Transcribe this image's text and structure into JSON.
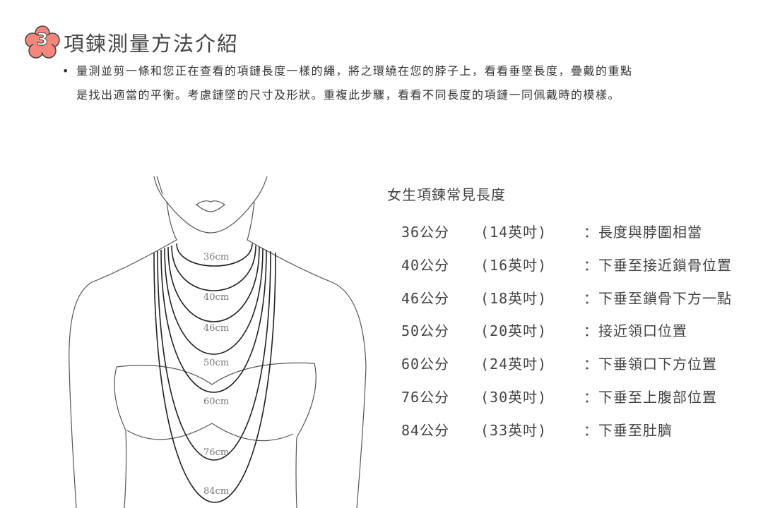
{
  "header": {
    "step_number": "3",
    "title": "項鍊測量方法介紹",
    "badge_color": "#f4877b"
  },
  "description": {
    "bullet": "•",
    "lines": [
      "量測並剪一條和您正在查看的項鏈長度一樣的繩，將之環繞在您的脖子上，看看垂墜長度，疊戴的重點",
      "是找出適當的平衡。考慮鏈墜的尺寸及形狀。重複此步驟，看看不同長度的項鏈一同佩戴時的模樣。"
    ]
  },
  "diagram": {
    "necklace_labels": [
      "36cm",
      "40cm",
      "46cm",
      "50cm",
      "60cm",
      "76cm",
      "84cm"
    ]
  },
  "table": {
    "title": "女生項鍊常見長度",
    "rows": [
      {
        "cm": "36公分",
        "inch": "(14英吋)",
        "desc": "：長度與脖圍相當"
      },
      {
        "cm": "40公分",
        "inch": "(16英吋)",
        "desc": "：下垂至接近鎖骨位置"
      },
      {
        "cm": "46公分",
        "inch": "(18英吋)",
        "desc": "：下垂至鎖骨下方一點"
      },
      {
        "cm": "50公分",
        "inch": "(20英吋)",
        "desc": "：接近領口位置"
      },
      {
        "cm": "60公分",
        "inch": "(24英吋)",
        "desc": "：下垂領口下方位置"
      },
      {
        "cm": "76公分",
        "inch": "(30英吋)",
        "desc": "：下垂至上腹部位置"
      },
      {
        "cm": "84公分",
        "inch": "(33英吋)",
        "desc": "：下垂至肚臍"
      }
    ]
  }
}
